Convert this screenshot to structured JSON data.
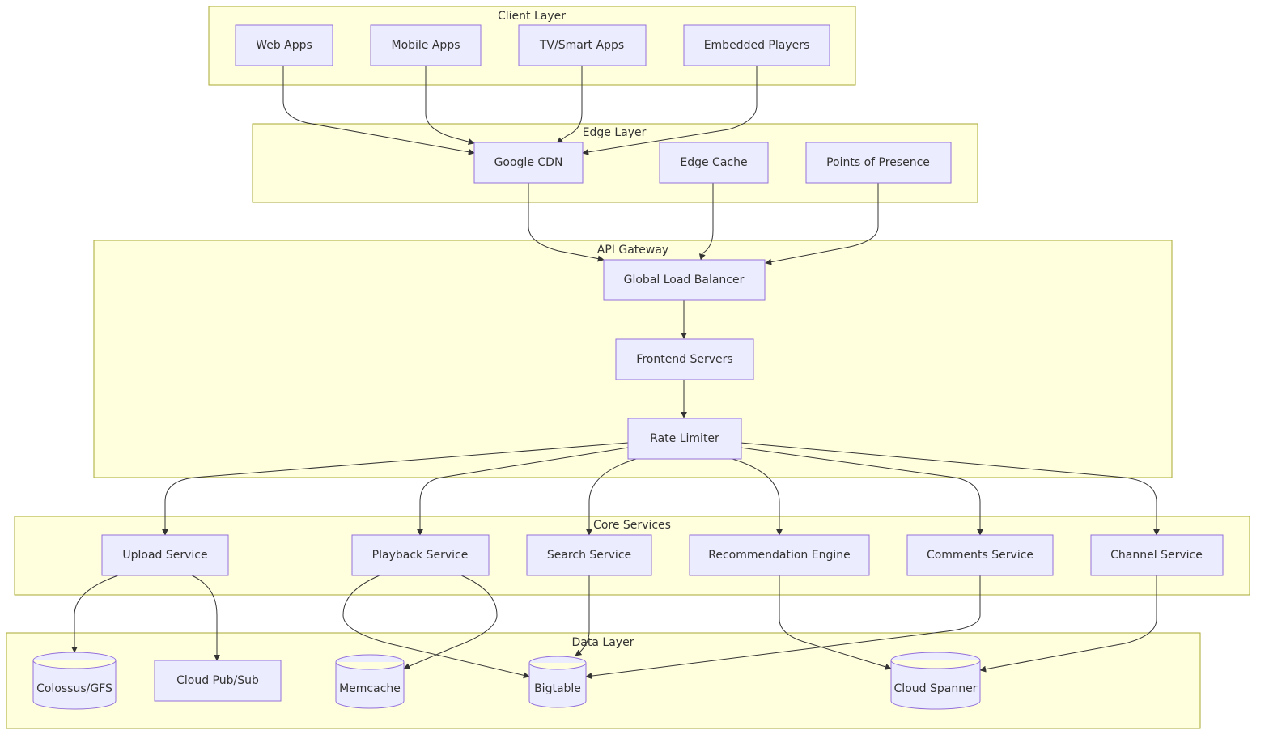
{
  "clusters": {
    "client": "Client Layer",
    "edge": "Edge Layer",
    "api": "API Gateway",
    "core": "Core Services",
    "data": "Data Layer"
  },
  "nodes": {
    "web_apps": "Web Apps",
    "mobile_apps": "Mobile Apps",
    "tv_apps": "TV/Smart Apps",
    "embedded_players": "Embedded Players",
    "google_cdn": "Google CDN",
    "edge_cache": "Edge Cache",
    "pop": "Points of Presence",
    "glb": "Global Load Balancer",
    "frontend": "Frontend Servers",
    "rate_limiter": "Rate Limiter",
    "upload": "Upload Service",
    "playback": "Playback Service",
    "search": "Search Service",
    "recommendation": "Recommendation Engine",
    "comments": "Comments Service",
    "channel": "Channel Service",
    "colossus": "Colossus/GFS",
    "pubsub": "Cloud Pub/Sub",
    "memcache": "Memcache",
    "bigtable": "Bigtable",
    "spanner": "Cloud Spanner"
  },
  "edges": [
    [
      "web_apps",
      "google_cdn"
    ],
    [
      "mobile_apps",
      "google_cdn"
    ],
    [
      "tv_apps",
      "google_cdn"
    ],
    [
      "embedded_players",
      "google_cdn"
    ],
    [
      "google_cdn",
      "glb"
    ],
    [
      "edge_cache",
      "glb"
    ],
    [
      "pop",
      "glb"
    ],
    [
      "glb",
      "frontend"
    ],
    [
      "frontend",
      "rate_limiter"
    ],
    [
      "rate_limiter",
      "upload"
    ],
    [
      "rate_limiter",
      "playback"
    ],
    [
      "rate_limiter",
      "search"
    ],
    [
      "rate_limiter",
      "recommendation"
    ],
    [
      "rate_limiter",
      "comments"
    ],
    [
      "rate_limiter",
      "channel"
    ],
    [
      "upload",
      "colossus"
    ],
    [
      "upload",
      "pubsub"
    ],
    [
      "playback",
      "bigtable"
    ],
    [
      "playback",
      "memcache"
    ],
    [
      "search",
      "bigtable"
    ],
    [
      "recommendation",
      "spanner"
    ],
    [
      "comments",
      "bigtable"
    ],
    [
      "channel",
      "spanner"
    ]
  ]
}
